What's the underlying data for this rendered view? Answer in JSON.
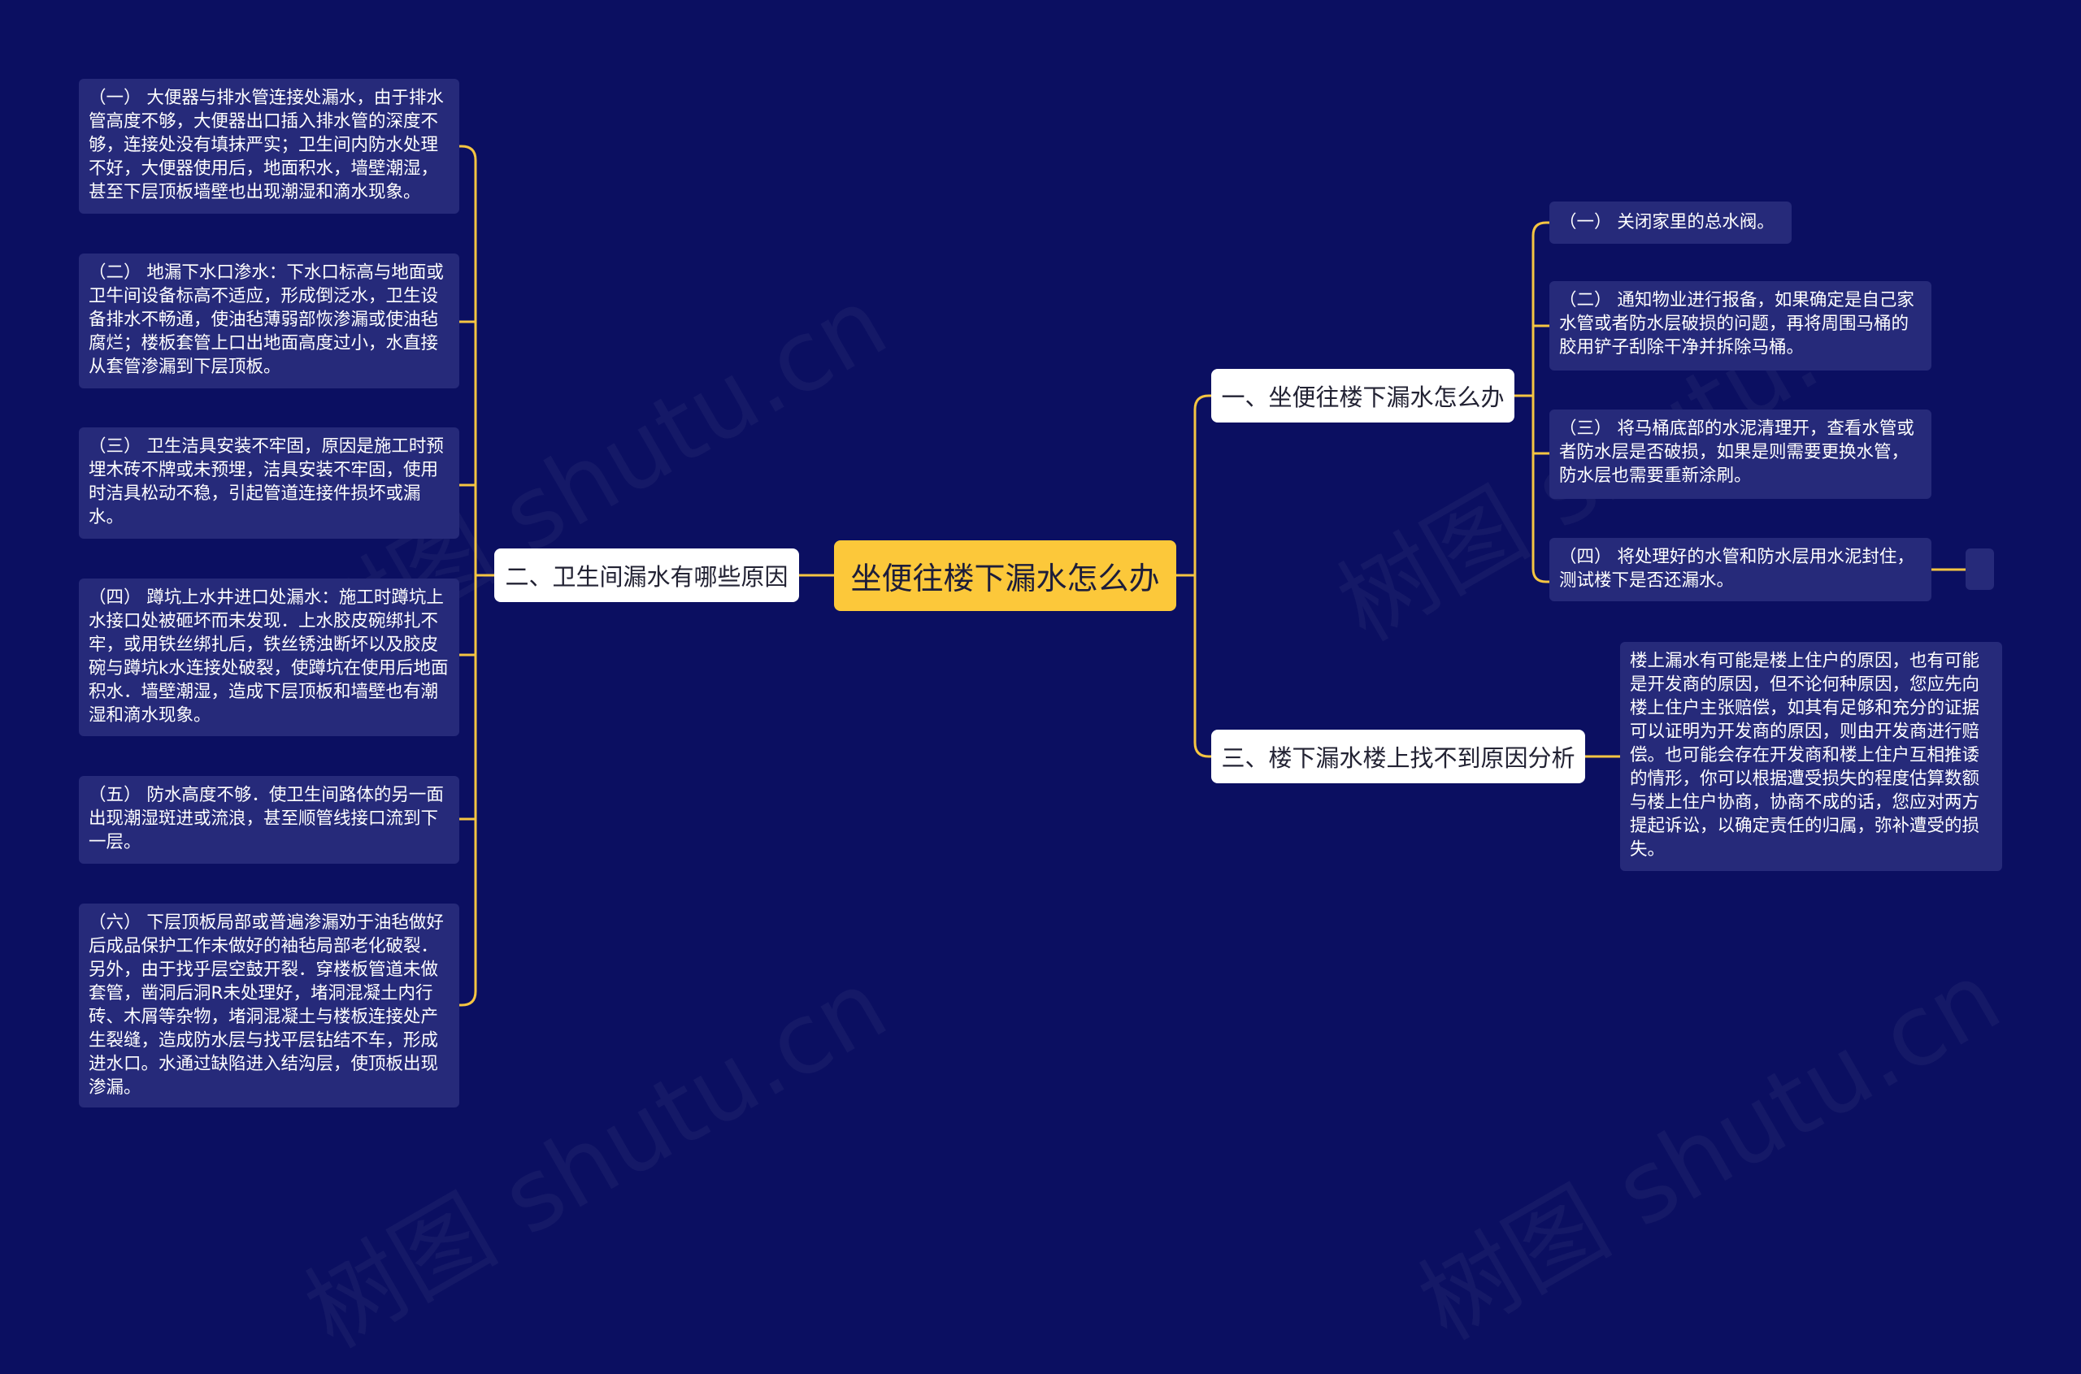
{
  "root": {
    "label": "坐便往楼下漏水怎么办"
  },
  "branches": {
    "b1": {
      "label": "一、坐便往楼下漏水怎么办"
    },
    "b2": {
      "label": "二、卫生间漏水有哪些原因"
    },
    "b3": {
      "label": "三、楼下漏水楼上找不到原因分析"
    }
  },
  "b1_items": [
    "（一） 关闭家里的总水阀。",
    "（二） 通知物业进行报备，如果确定是自己家水管或者防水层破损的问题，再将周围马桶的胶用铲子刮除干净并拆除马桶。",
    "（三） 将马桶底部的水泥清理开，查看水管或者防水层是否破损，如果是则需要更换水管，防水层也需要重新涂刷。",
    "（四） 将处理好的水管和防水层用水泥封住，测试楼下是否还漏水。"
  ],
  "b2_items": [
    "（一） 大便器与排水管连接处漏水，由于排水管高度不够，大便器出口插入排水管的深度不够，连接处没有填抹严实；卫生间内防水处理不好，大便器使用后，地面积水，墙壁潮湿，甚至下层顶板墙壁也出现潮湿和滴水现象。",
    "（二） 地漏下水口渗水：下水口标高与地面或卫牛间设备标高不适应，形成倒泛水，卫生设备排水不畅通，使油毡薄弱部恢渗漏或使油毡腐烂；楼板套管上口出地面高度过小，水直接从套管渗漏到下层顶板。",
    "（三） 卫生洁具安装不牢固，原因是施工时预埋木砖不牌或未预埋，洁具安装不牢固，使用时洁具松动不稳，引起管道连接件损坏或漏水。",
    "（四） 蹲坑上水井进口处漏水：施工时蹲坑上水接口处被砸坏而未发现．上水胶皮碗绑扎不牢，或用铁丝绑扎后，铁丝锈浊断坏以及胶皮碗与蹲坑k水连接处破裂，使蹲坑在使用后地面积水．墙壁潮湿，造成下层顶板和墙壁也有潮湿和滴水现象。",
    "（五） 防水高度不够．使卫生间路体的另一面出现潮湿斑进或流浪，甚至顺管线接口流到下一层。",
    "（六） 下层顶板局部或普遍渗漏劝于油毡做好后成品保护工作未做好的袖毡局部老化破裂．另外，由于找乎层空鼓开裂．穿楼板管道未做套管，凿洞后洞R未处理好，堵洞混凝土内行砖、木屑等杂物，堵洞混凝土与楼板连接处产生裂缝，造成防水层与找平层钻结不车，形成进水口。水通过缺陷进入结沟层，使顶板出现渗漏。"
  ],
  "b3_items": [
    "楼上漏水有可能是楼上住户的原因，也有可能是开发商的原因，但不论何种原因，您应先向楼上住户主张赔偿，如其有足够和充分的证据可以证明为开发商的原因，则由开发商进行赔偿。也可能会存在开发商和楼上住户互相推诿的情形，你可以根据遭受损失的程度估算数额与楼上住户协商，协商不成的话，您应对两方提起诉讼，以确定责任的归属，弥补遭受的损失。"
  ],
  "watermark": "树图 shutu.cn",
  "colors": {
    "background": "#0b0f61",
    "root": "#fcc83a",
    "leaf": "#262a7a",
    "connector": "#f5c542"
  }
}
